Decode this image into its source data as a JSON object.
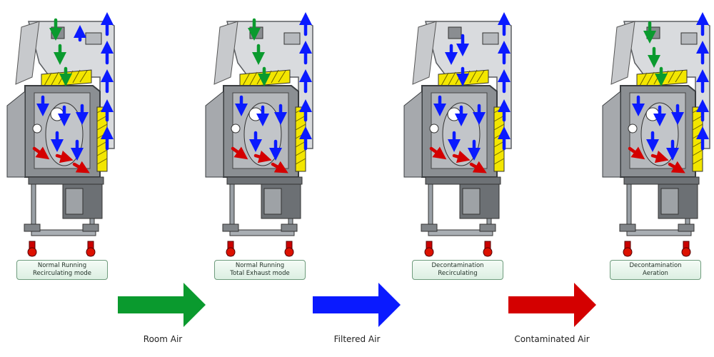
{
  "panels": [
    {
      "line1": "Normal Running",
      "line2": "Recirculating mode"
    },
    {
      "line1": "Normal Running",
      "line2": "Total Exhaust mode"
    },
    {
      "line1": "Decontamination",
      "line2": "Recirculating"
    },
    {
      "line1": "Decontamination",
      "line2": "Aeration"
    }
  ],
  "legend": {
    "room_air": {
      "label": "Room Air",
      "color": "#0a9a2e"
    },
    "filtered_air": {
      "label": "Filtered Air",
      "color": "#0a1aff"
    },
    "contaminated_air": {
      "label": "Contaminated Air",
      "color": "#d40000"
    }
  }
}
